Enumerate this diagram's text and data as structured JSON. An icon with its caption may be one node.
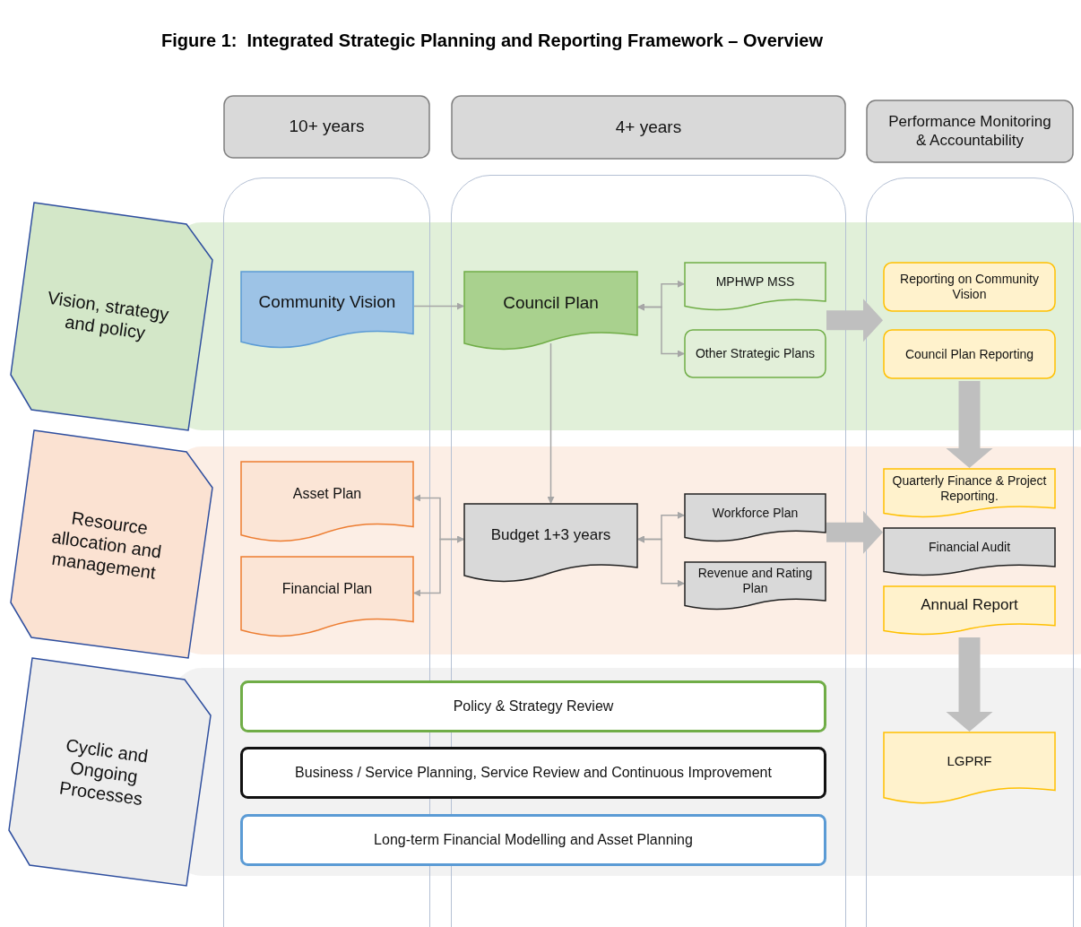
{
  "diagram": {
    "title": "Figure 1:  Integrated Strategic Planning and Reporting Framework – Overview",
    "nodes": [
      {
        "text": [
          "10+ years"
        ]
      },
      {
        "text": [
          "4+ years"
        ]
      },
      {
        "text": [
          "Performance Monitoring & Accountability"
        ]
      },
      {
        "text": [
          "Vision, strategy and policy"
        ]
      },
      {
        "text": [
          "Community Vision"
        ]
      },
      {
        "text": [
          "Council Plan"
        ]
      },
      {
        "text": [
          "MPHWP MSS"
        ]
      },
      {
        "text": [
          "Other Strategic Plans"
        ]
      },
      {
        "text": [
          "Reporting on Community Vision"
        ]
      },
      {
        "text": [
          "Council Plan Reporting"
        ]
      },
      {
        "text": [
          "Resource allocation and management"
        ]
      },
      {
        "text": [
          "Asset Plan"
        ]
      },
      {
        "text": [
          "Financial Plan"
        ]
      },
      {
        "text": [
          "Budget 1+3 years"
        ]
      },
      {
        "text": [
          "Workforce Plan"
        ]
      },
      {
        "text": [
          "Revenue and Rating Plan"
        ]
      },
      {
        "text": [
          "Quarterly Finance & Project Reporting."
        ]
      },
      {
        "text": [
          "Financial Audit"
        ]
      },
      {
        "text": [
          "Annual Report"
        ]
      },
      {
        "text": [
          "Cyclic and Ongoing Processes"
        ]
      },
      {
        "text": [
          "Policy & Strategy Review"
        ]
      },
      {
        "text": [
          "Business / Service Planning, Service Review and Continuous Improvement"
        ]
      },
      {
        "text": [
          "Long-term Financial Modelling and Asset Planning"
        ]
      },
      {
        "text": [
          "LGPRF"
        ]
      }
    ],
    "edges": [
      {
        "from": 4,
        "to": 5,
        "arrow": "to"
      },
      {
        "from": 5,
        "to": 6,
        "arrow": "both"
      },
      {
        "from": 5,
        "to": 7,
        "arrow": "both"
      },
      {
        "from": 5,
        "to": 13,
        "arrow": "to"
      },
      {
        "from": 13,
        "to": 11,
        "arrow": "both"
      },
      {
        "from": 13,
        "to": 12,
        "arrow": "both"
      },
      {
        "from": 13,
        "to": 14,
        "arrow": "both"
      },
      {
        "from": 13,
        "to": 15,
        "arrow": "both"
      },
      {
        "from": 7,
        "to": 8,
        "arrow": "to",
        "style": "thick"
      },
      {
        "from": 9,
        "to": 16,
        "arrow": "to",
        "style": "thick"
      },
      {
        "from": 14,
        "to": 17,
        "arrow": "to",
        "style": "thick"
      },
      {
        "from": 18,
        "to": 23,
        "arrow": "to",
        "style": "thick"
      }
    ]
  }
}
